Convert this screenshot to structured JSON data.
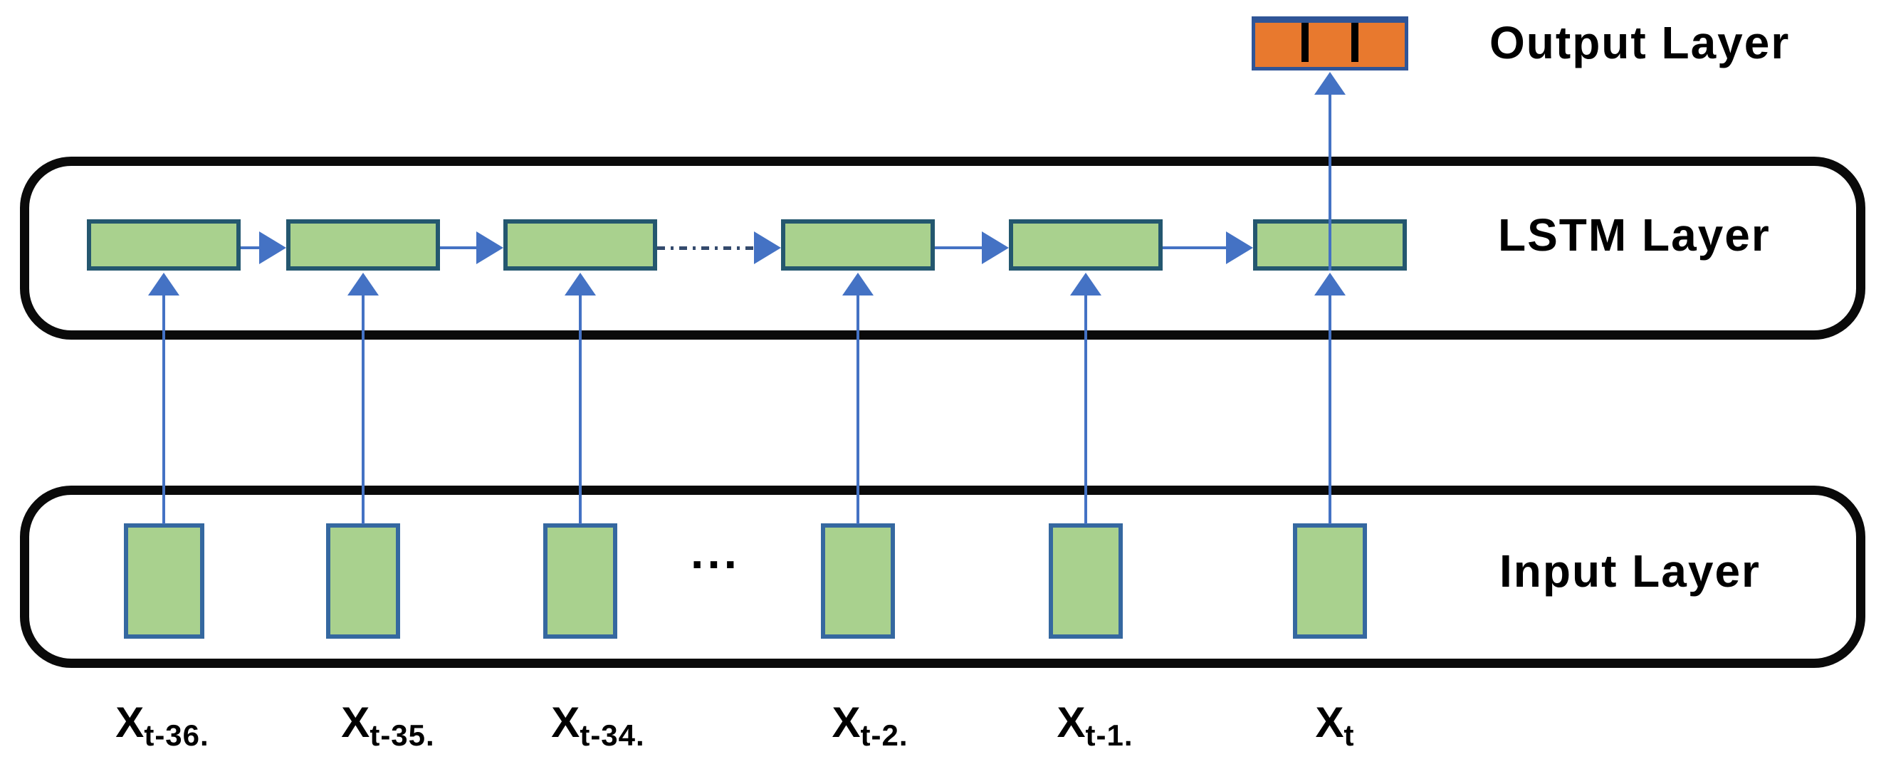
{
  "title": "LSTM network architecture diagram",
  "labels": {
    "output_layer": "Output Layer",
    "lstm_layer": "LSTM Layer",
    "input_layer": "Input Layer",
    "ellipsis": "..."
  },
  "output_box": {
    "segments": 3
  },
  "lstm": {
    "cell_count": 6
  },
  "timesteps": [
    {
      "base": "X",
      "subscript": "t-36."
    },
    {
      "base": "X",
      "subscript": "t-35."
    },
    {
      "base": "X",
      "subscript": "t-34."
    },
    {
      "base": "X",
      "subscript": "t-2."
    },
    {
      "base": "X",
      "subscript": "t-1."
    },
    {
      "base": "X",
      "subscript": "t"
    }
  ],
  "connections": {
    "lstm_chain_styles": [
      "solid",
      "solid",
      "dash-dot",
      "solid",
      "solid"
    ],
    "input_to_lstm": "up-arrow",
    "lstm_to_output": "up-arrow"
  },
  "colors": {
    "background": "#ffffff",
    "container_border": "#0a0a0a",
    "cell_fill": "#a9d18e",
    "lstm_cell_border": "#24576f",
    "input_cell_border": "#3568a0",
    "arrow": "#4472c4",
    "arrow_dark": "#344a6d",
    "output_fill": "#e8792e",
    "output_border": "#2f5597",
    "output_divider": "#000000",
    "text": "#000000"
  }
}
